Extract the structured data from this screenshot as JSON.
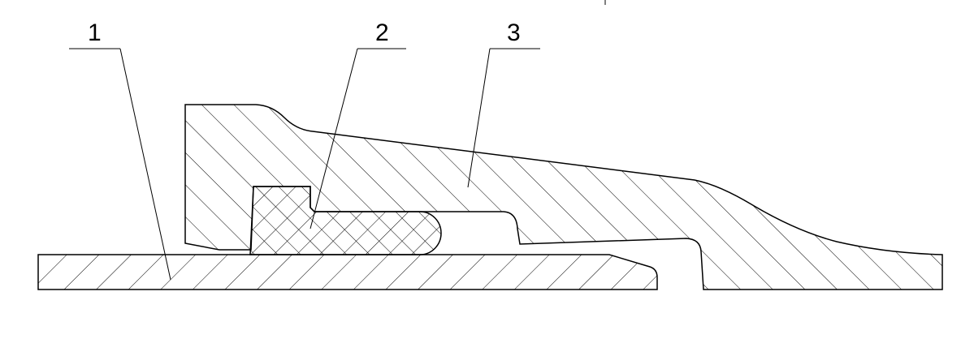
{
  "colors": {
    "line": "#000000",
    "background": "#ffffff"
  },
  "labels": {
    "part1": "1",
    "part2": "2",
    "part3": "3"
  }
}
